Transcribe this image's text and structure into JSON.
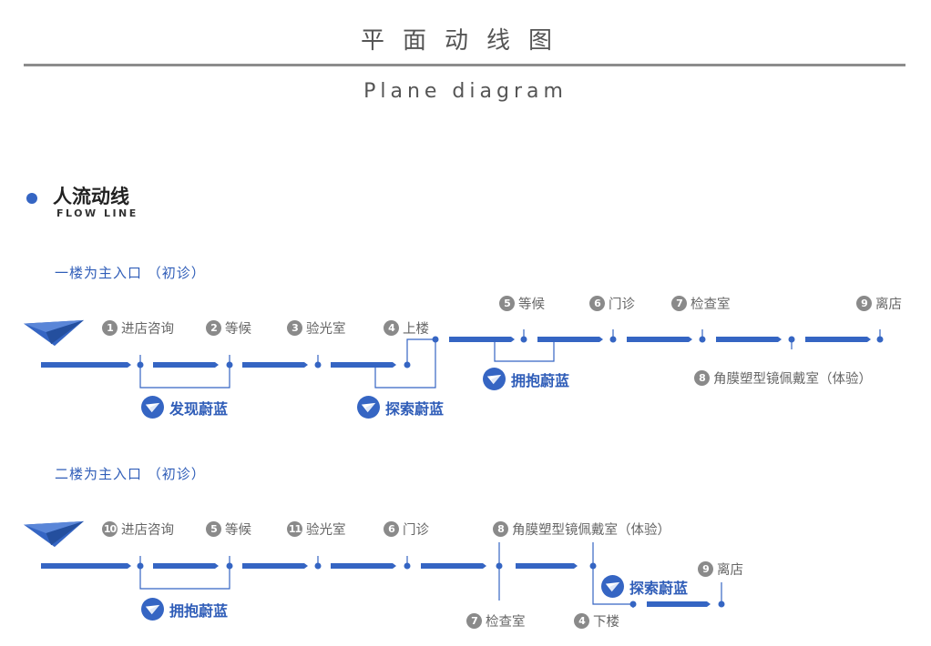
{
  "header": {
    "title": "平面动线图",
    "subtitle": "Plane diagram"
  },
  "section": {
    "title": "人流动线",
    "subtitle": "FLOW LINE"
  },
  "colors": {
    "accent": "#3565c3",
    "badge_text": "#2f5db8",
    "label": "#666666",
    "number_circle": "#8a8a8a",
    "rule": "#8c8c8c"
  },
  "floor1": {
    "entry_label": "一楼为主入口 （初诊）",
    "steps": [
      {
        "num": "1",
        "label": "进店咨询"
      },
      {
        "num": "2",
        "label": "等候"
      },
      {
        "num": "3",
        "label": "验光室"
      },
      {
        "num": "4",
        "label": "上楼"
      },
      {
        "num": "5",
        "label": "等候"
      },
      {
        "num": "6",
        "label": "门诊"
      },
      {
        "num": "7",
        "label": "检查室"
      },
      {
        "num": "8",
        "label": "角膜塑型镜佩戴室（体验）"
      },
      {
        "num": "9",
        "label": "离店"
      }
    ],
    "badges": [
      "发现蔚蓝",
      "探索蔚蓝",
      "拥抱蔚蓝"
    ]
  },
  "floor2": {
    "entry_label": "二楼为主入口 （初诊）",
    "steps": [
      {
        "num": "10",
        "label": "进店咨询"
      },
      {
        "num": "5",
        "label": "等候"
      },
      {
        "num": "11",
        "label": "验光室"
      },
      {
        "num": "6",
        "label": "门诊"
      },
      {
        "num": "8",
        "label": "角膜塑型镜佩戴室（体验）"
      },
      {
        "num": "7",
        "label": "检查室"
      },
      {
        "num": "4",
        "label": "下楼"
      },
      {
        "num": "9",
        "label": "离店"
      }
    ],
    "badges": [
      "拥抱蔚蓝",
      "探索蔚蓝"
    ]
  },
  "icons": {
    "plane": "paper-plane-icon",
    "bullet": "bullet-dot-icon"
  }
}
